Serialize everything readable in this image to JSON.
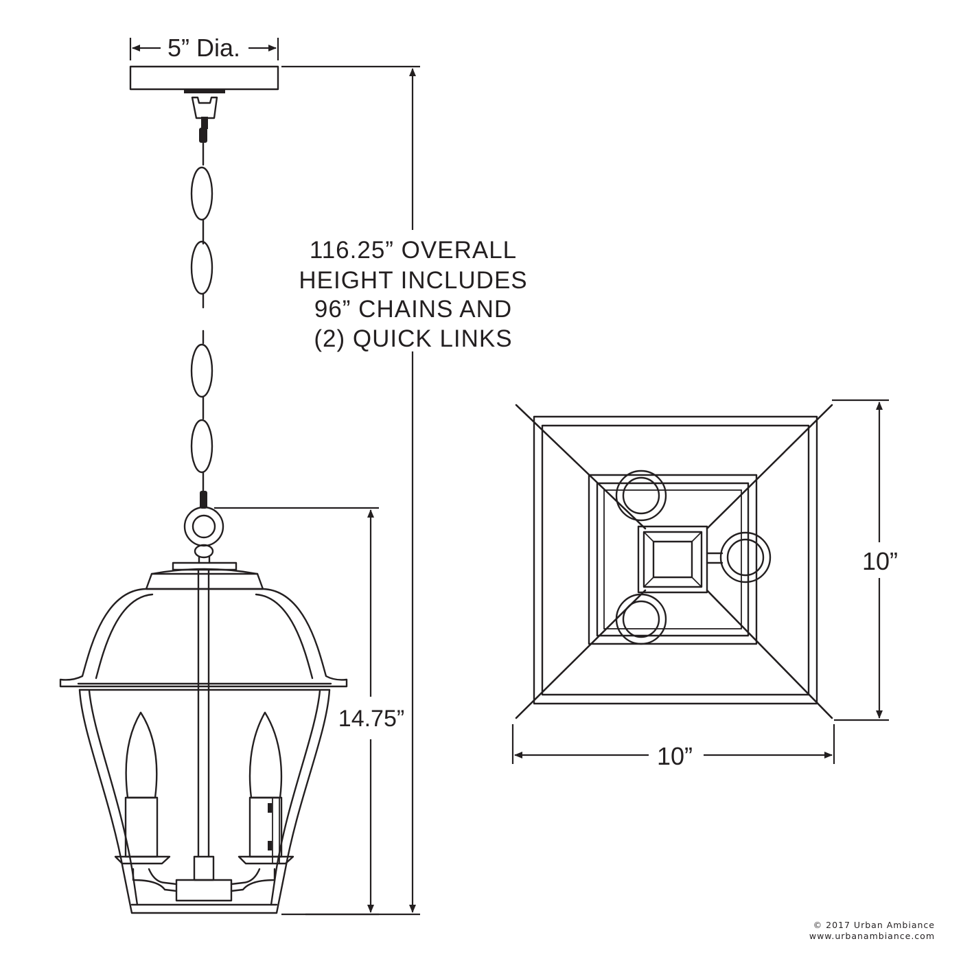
{
  "dimensions": {
    "canopy_diameter": "5” Dia.",
    "overall_height_note": [
      "116.25” OVERALL",
      "HEIGHT INCLUDES",
      "96” CHAINS AND",
      "(2) QUICK LINKS"
    ],
    "fixture_height": "14.75”",
    "top_view_height": "10”",
    "top_view_width": "10”"
  },
  "copyright": {
    "line1": "© 2017 Urban Ambiance",
    "line2": "www.urbanambiance.com"
  },
  "colors": {
    "line": "#231f20",
    "background": "#ffffff"
  }
}
